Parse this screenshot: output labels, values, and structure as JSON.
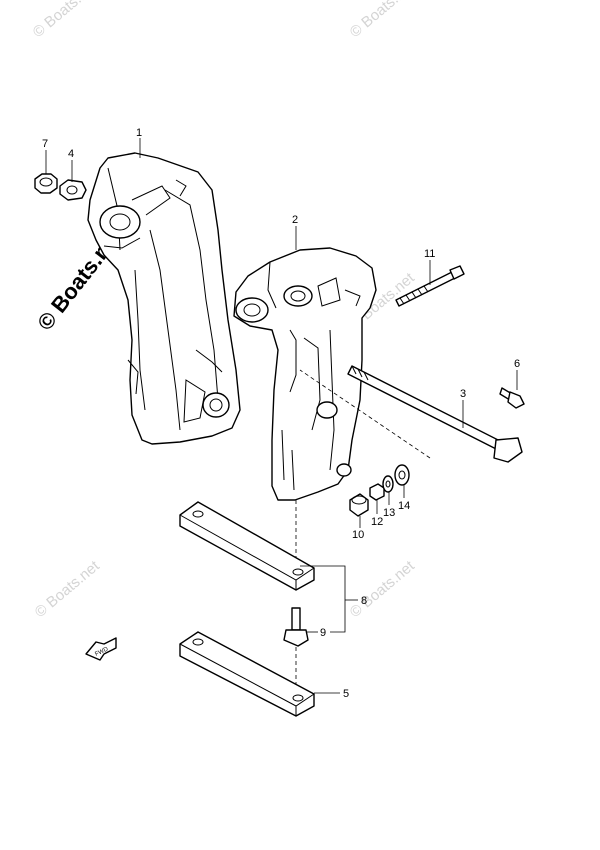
{
  "watermark": {
    "text": "© Boats.net",
    "color": "#d4d4d4",
    "main_color": "#000000"
  },
  "callouts": {
    "c1": "1",
    "c2": "2",
    "c3": "3",
    "c4": "4",
    "c5": "5",
    "c6": "6",
    "c7": "7",
    "c8": "8",
    "c9": "9",
    "c10": "10",
    "c11": "11",
    "c12": "12",
    "c13": "13",
    "c14": "14"
  },
  "fwd_label": "FWD"
}
